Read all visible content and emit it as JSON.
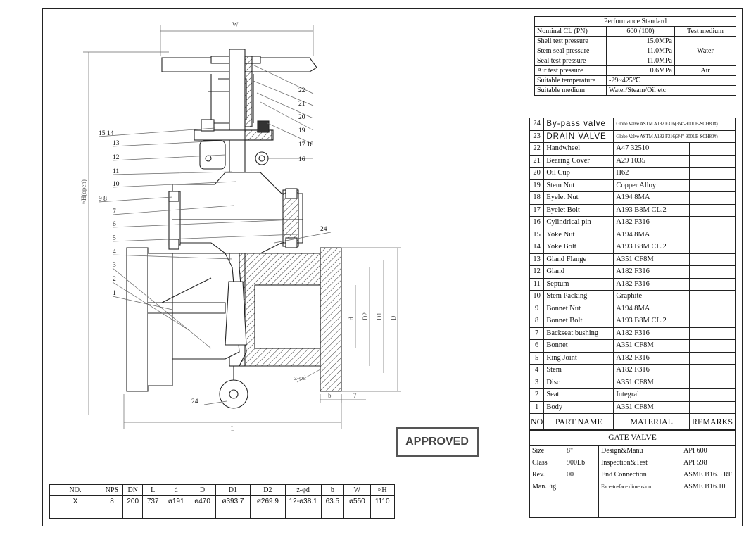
{
  "performance": {
    "title": "Performance Standard",
    "rows": [
      {
        "label": "Nominal CL (PN)",
        "value": "600 (100)",
        "medium": "Test medium"
      },
      {
        "label": "Shell test pressure",
        "value": "15.0MPa"
      },
      {
        "label": "Stem seal pressure",
        "value": "11.0MPa",
        "medium": "Water"
      },
      {
        "label": "Seal test pressure",
        "value": "11.0MPa"
      },
      {
        "label": "Air test pressure",
        "value": "0.6MPa",
        "medium": "Air"
      },
      {
        "label": "Suitable temperature",
        "value": "-29~425℃"
      },
      {
        "label": "Suitable medium",
        "value": "Water/Steam/Oil etc"
      }
    ]
  },
  "parts": [
    {
      "no": "24",
      "name": "By-pass valve",
      "material": "Globe Valve ASTM A182 F316(3/4\"-900LB-SCH80#)",
      "remarks": ""
    },
    {
      "no": "23",
      "name": "DRAIN VALVE",
      "material": "Globe Valve ASTM A182 F316(3/4\"-900LB-SCH80#)",
      "remarks": ""
    },
    {
      "no": "22",
      "name": "Handwheel",
      "material": "A47 32510",
      "remarks": ""
    },
    {
      "no": "21",
      "name": "Bearing Cover",
      "material": "A29 1035",
      "remarks": ""
    },
    {
      "no": "20",
      "name": "Oil Cup",
      "material": "H62",
      "remarks": ""
    },
    {
      "no": "19",
      "name": "Stem Nut",
      "material": "Copper Alloy",
      "remarks": ""
    },
    {
      "no": "18",
      "name": "Eyelet Nut",
      "material": "A194 8MA",
      "remarks": ""
    },
    {
      "no": "17",
      "name": "Eyelet Bolt",
      "material": "A193 B8M CL.2",
      "remarks": ""
    },
    {
      "no": "16",
      "name": "Cylindrical pin",
      "material": "A182 F316",
      "remarks": ""
    },
    {
      "no": "15",
      "name": "Yoke Nut",
      "material": "A194 8MA",
      "remarks": ""
    },
    {
      "no": "14",
      "name": "Yoke Bolt",
      "material": "A193 B8M CL.2",
      "remarks": ""
    },
    {
      "no": "13",
      "name": "Gland Flange",
      "material": "A351 CF8M",
      "remarks": ""
    },
    {
      "no": "12",
      "name": "Gland",
      "material": "A182 F316",
      "remarks": ""
    },
    {
      "no": "11",
      "name": "Septum",
      "material": "A182 F316",
      "remarks": ""
    },
    {
      "no": "10",
      "name": "Stem Packing",
      "material": "Graphite",
      "remarks": ""
    },
    {
      "no": "9",
      "name": "Bonnet Nut",
      "material": "A194 8MA",
      "remarks": ""
    },
    {
      "no": "8",
      "name": "Bonnet Bolt",
      "material": "A193 B8M CL.2",
      "remarks": ""
    },
    {
      "no": "7",
      "name": "Backseat bushing",
      "material": "A182 F316",
      "remarks": ""
    },
    {
      "no": "6",
      "name": "Bonnet",
      "material": "A351 CF8M",
      "remarks": ""
    },
    {
      "no": "5",
      "name": "Ring Joint",
      "material": "A182 F316",
      "remarks": ""
    },
    {
      "no": "4",
      "name": "Stem",
      "material": "A182 F316",
      "remarks": ""
    },
    {
      "no": "3",
      "name": "Disc",
      "material": "A351 CF8M",
      "remarks": ""
    },
    {
      "no": "2",
      "name": "Seat",
      "material": "Integral",
      "remarks": ""
    },
    {
      "no": "1",
      "name": "Body",
      "material": "A351 CF8M",
      "remarks": ""
    }
  ],
  "parts_header": {
    "no": "NO",
    "name": "PART NAME",
    "material": "MATERIAL",
    "remarks": "REMARKS"
  },
  "spec": {
    "title": "GATE VALVE",
    "rows": [
      {
        "k1": "Size",
        "v1": "8\"",
        "k2": "Design&Manu",
        "v2": "API 600"
      },
      {
        "k1": "Class",
        "v1": "900Lb",
        "k2": "Inspection&Test",
        "v2": "API 598"
      },
      {
        "k1": "Rev.",
        "v1": "00",
        "k2": "End Connection",
        "v2": "ASME B16.5 RF"
      },
      {
        "k1": "Man.Fig.",
        "v1": "",
        "k2": "Face-to-face dimension",
        "v2": "ASME B16.10"
      }
    ]
  },
  "dimensions": {
    "headers": [
      "NO.",
      "NPS",
      "DN",
      "L",
      "d",
      "D",
      "D1",
      "D2",
      "z-φd",
      "b",
      "W",
      "≈H"
    ],
    "values": [
      "X",
      "8",
      "200",
      "737",
      "ø191",
      "ø470",
      "ø393.7",
      "ø269.9",
      "12-ø38.1",
      "63.5",
      "ø550",
      "1110"
    ]
  },
  "stamp": "APPROVED",
  "drawing": {
    "dim_labels": {
      "W": "W",
      "L": "L",
      "H": "≈H(open)",
      "d": "d",
      "D2": "D2",
      "D1": "D1",
      "D": "D",
      "zphid": "z-φd",
      "b": "b",
      "seven": "7"
    },
    "left_labels": [
      {
        "text": "15 14"
      },
      {
        "text": "13"
      },
      {
        "text": "12"
      },
      {
        "text": "11"
      },
      {
        "text": "10"
      },
      {
        "text": "9 8"
      },
      {
        "text": "7"
      },
      {
        "text": "6"
      },
      {
        "text": "5"
      },
      {
        "text": "4"
      },
      {
        "text": "3"
      },
      {
        "text": "2"
      },
      {
        "text": "1"
      }
    ],
    "right_labels": [
      {
        "text": "22"
      },
      {
        "text": "21"
      },
      {
        "text": "20"
      },
      {
        "text": "19"
      },
      {
        "text": "17 18"
      },
      {
        "text": "16"
      }
    ],
    "label_24a": "24",
    "label_24b": "24"
  },
  "colors": {
    "line": "#222222",
    "hatch": "#333333",
    "stamp": "#555555"
  }
}
